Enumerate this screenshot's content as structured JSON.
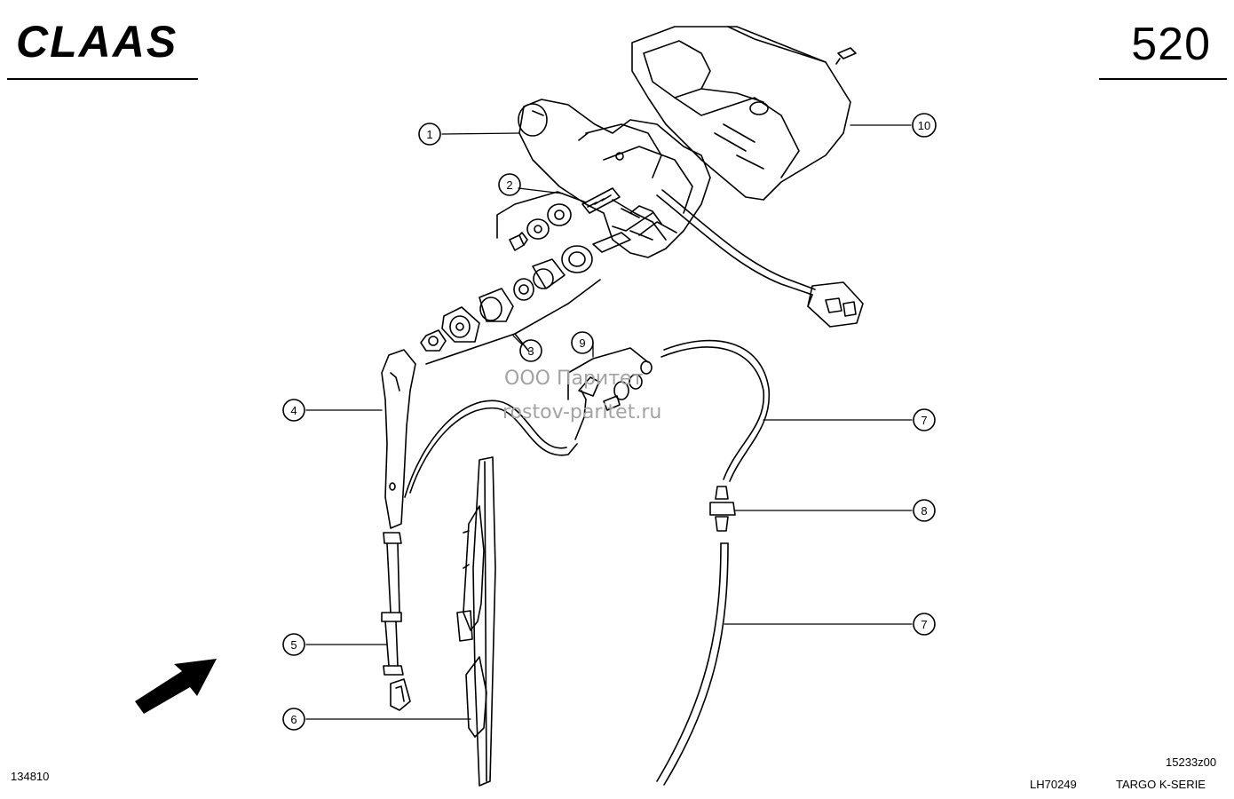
{
  "header": {
    "brand": "CLAAS",
    "page_number": "520"
  },
  "watermark": {
    "line1": "ООО Паритет",
    "line2": "rostov-paritet.ru"
  },
  "footer": {
    "left_id": "134810",
    "drawing_ref": "15233z00",
    "part_code": "LH70249",
    "series": "TARGO K-SERIE"
  },
  "callouts": [
    {
      "id": "1",
      "label": "1"
    },
    {
      "id": "2",
      "label": "2"
    },
    {
      "id": "3",
      "label": "3"
    },
    {
      "id": "4",
      "label": "4"
    },
    {
      "id": "5",
      "label": "5"
    },
    {
      "id": "6",
      "label": "6"
    },
    {
      "id": "7a",
      "label": "7"
    },
    {
      "id": "7b",
      "label": "7"
    },
    {
      "id": "8",
      "label": "8"
    },
    {
      "id": "9",
      "label": "9"
    },
    {
      "id": "10",
      "label": "10"
    }
  ],
  "icons": {
    "logo": "claas-logo",
    "arrow": "direction-arrow-icon"
  }
}
